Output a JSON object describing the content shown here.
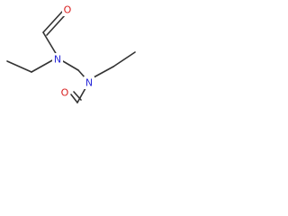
{
  "molecule": {
    "atoms": {
      "o_top": "O",
      "n_left": "N",
      "n_right": "N",
      "o_bottom": "O"
    },
    "colors": {
      "bond": "#333333",
      "nitrogen": "#2a2ad8",
      "oxygen": "#d81e1e"
    }
  }
}
